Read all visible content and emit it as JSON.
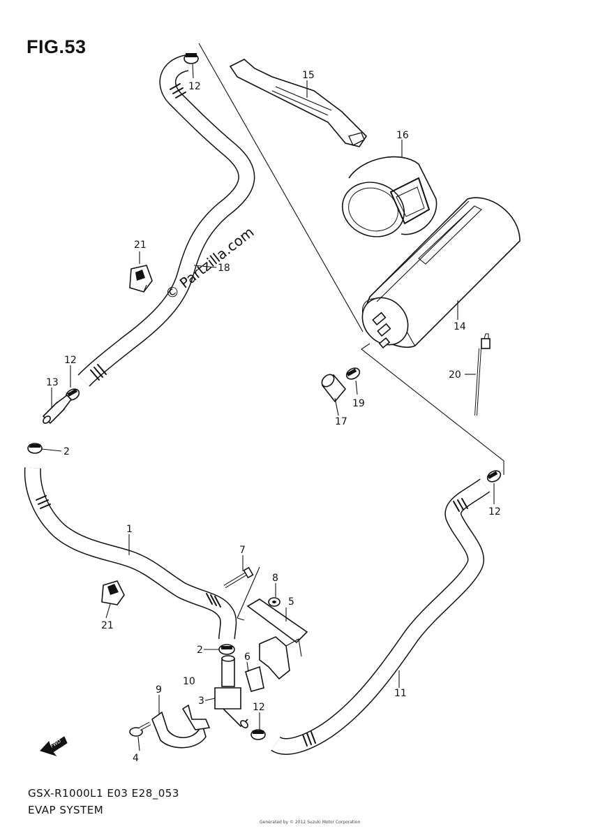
{
  "figure": {
    "title": "FIG.53",
    "code": "GSX-R1000L1 E03 E28_053",
    "system": "EVAP SYSTEM",
    "watermark": "© Partzilla.com",
    "copyright": "Generated by © 2012 Suzuki Motor Corporation"
  },
  "callouts": [
    {
      "id": "c1",
      "text": "1"
    },
    {
      "id": "c2a",
      "text": "2"
    },
    {
      "id": "c2b",
      "text": "2"
    },
    {
      "id": "c3",
      "text": "3"
    },
    {
      "id": "c4",
      "text": "4"
    },
    {
      "id": "c5",
      "text": "5"
    },
    {
      "id": "c6",
      "text": "6"
    },
    {
      "id": "c7",
      "text": "7"
    },
    {
      "id": "c8",
      "text": "8"
    },
    {
      "id": "c9",
      "text": "9"
    },
    {
      "id": "c10",
      "text": "10"
    },
    {
      "id": "c11",
      "text": "11"
    },
    {
      "id": "c12a",
      "text": "12"
    },
    {
      "id": "c12b",
      "text": "12"
    },
    {
      "id": "c12c",
      "text": "12"
    },
    {
      "id": "c12d",
      "text": "12"
    },
    {
      "id": "c13",
      "text": "13"
    },
    {
      "id": "c14",
      "text": "14"
    },
    {
      "id": "c15",
      "text": "15"
    },
    {
      "id": "c16",
      "text": "16"
    },
    {
      "id": "c17",
      "text": "17"
    },
    {
      "id": "c18",
      "text": "18"
    },
    {
      "id": "c19",
      "text": "19"
    },
    {
      "id": "c20",
      "text": "20"
    },
    {
      "id": "c21a",
      "text": "21"
    },
    {
      "id": "c21b",
      "text": "21"
    }
  ],
  "fwd_label": "FWD"
}
